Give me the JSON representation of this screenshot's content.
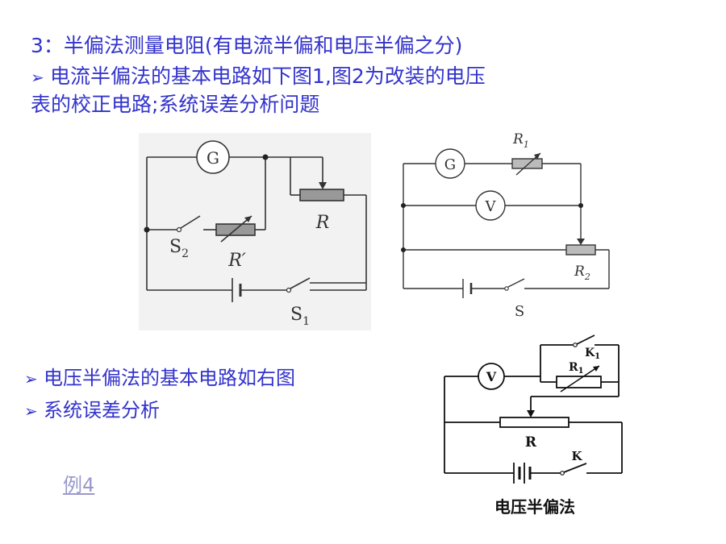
{
  "slide": {
    "title": "3：半偏法测量电阻(有电流半偏和电压半偏之分)",
    "bullet_symbol": "➢",
    "bullet1_line1": "电流半偏法的基本电路如下图1,图2为改装的电压",
    "bullet1_line2": "表的校正电路;系统误差分析问题",
    "bullet2": "电压半偏法的基本电路如右图",
    "bullet3": "系统误差分析",
    "example_link": "例4"
  },
  "diagram1": {
    "galvanometer": "G",
    "rheostat": "R",
    "switch2": "S",
    "switch2_sub": "2",
    "resistor_box": "R′",
    "switch1": "S",
    "switch1_sub": "1"
  },
  "diagram2": {
    "galvanometer": "G",
    "voltmeter": "V",
    "r1": "R",
    "r1_sub": "1",
    "r2": "R",
    "r2_sub": "2",
    "switch": "S"
  },
  "diagram3": {
    "voltmeter": "V",
    "k1": "K",
    "k1_sub": "1",
    "r1": "R",
    "r1_sub": "1",
    "rheostat": "R",
    "switch": "K",
    "caption": "电压半偏法"
  }
}
